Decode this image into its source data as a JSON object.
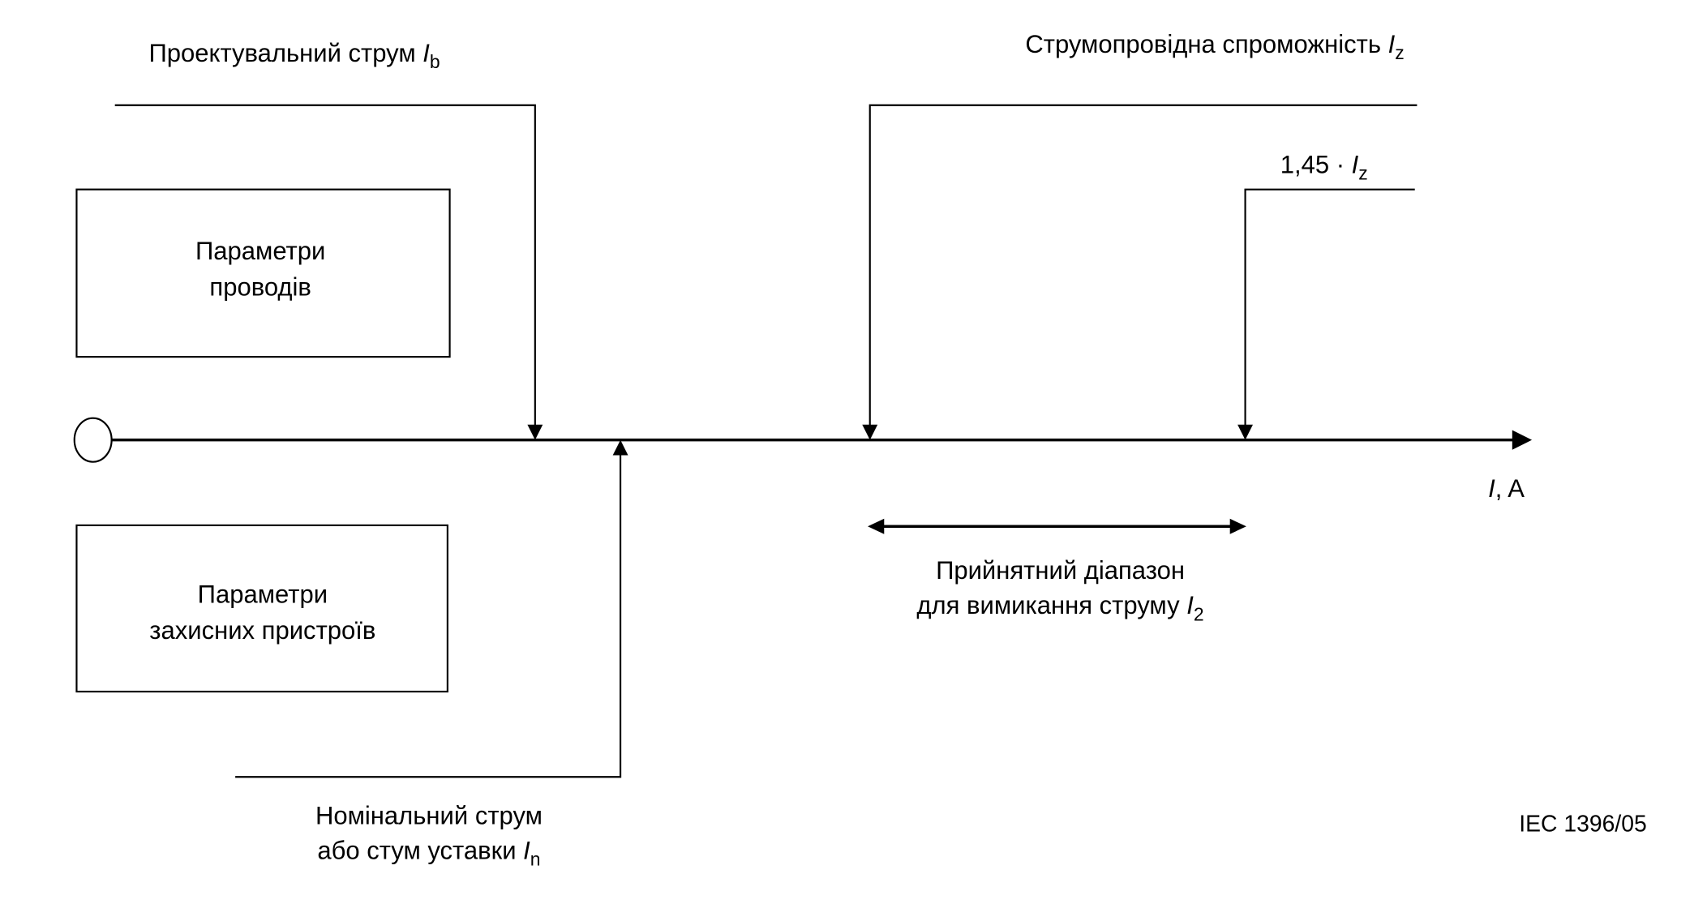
{
  "labels": {
    "design_current": {
      "text": "Проектувальний струм ",
      "symbol": "I",
      "subscript": "b"
    },
    "carrying_capacity": {
      "text": "Струмопровідна спроможність ",
      "symbol": "I",
      "subscript": "z"
    },
    "factor": {
      "text": "1,45 · ",
      "symbol": "I",
      "subscript": "z"
    },
    "wire_params": {
      "line1": "Параметри",
      "line2": "проводів"
    },
    "protective_params": {
      "line1": "Параметри",
      "line2": "захисних пристроїв"
    },
    "axis": {
      "symbol": "I",
      "text": ", A"
    },
    "acceptable_range": {
      "line1": "Прийнятний діапазон",
      "line2": "для вимикання струму ",
      "symbol": "I",
      "subscript": "2"
    },
    "nominal_current": {
      "line1": "Номінальний струм",
      "line2": "або стум уставки ",
      "symbol": "I",
      "subscript": "n"
    },
    "figure_id": "IEC 1396/05"
  }
}
